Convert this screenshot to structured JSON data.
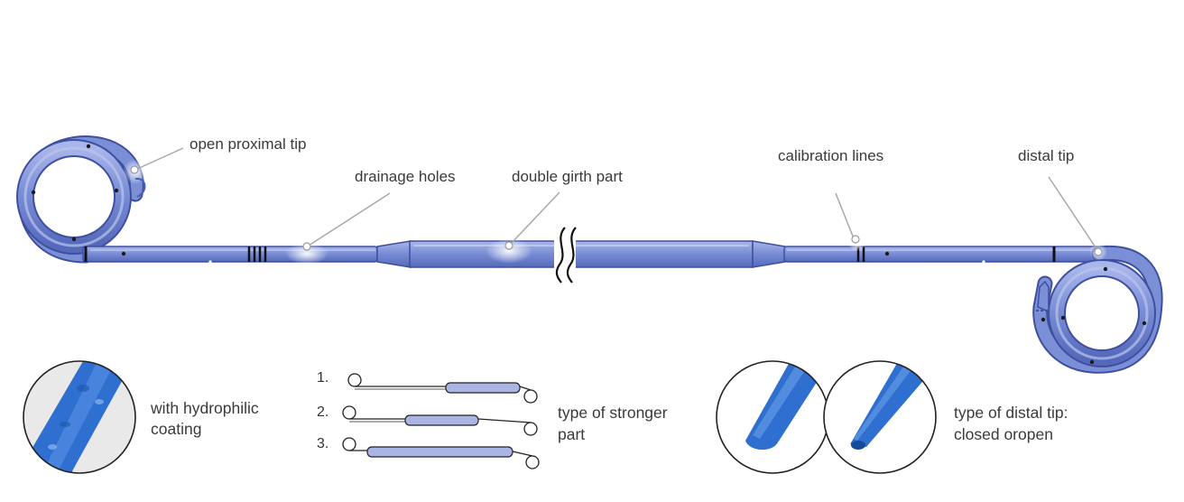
{
  "callouts": {
    "open_proximal_tip": "open proximal tip",
    "drainage_holes": "drainage holes",
    "double_girth_part": "double girth part",
    "calibration_lines": "calibration lines",
    "distal_tip": "distal tip"
  },
  "hydrophilic": {
    "line1": "with hydrophilic",
    "line2": "coating"
  },
  "stronger_part": {
    "variants": [
      "1.",
      "2.",
      "3."
    ],
    "caption_line1": "type of stronger",
    "caption_line2": "part"
  },
  "distal_tip_types": {
    "line1": "type of distal tip:",
    "line2": "closed oropen"
  },
  "colors": {
    "tube": "#7b8fd6",
    "tube_dark": "#4a5fb0",
    "outline": "#3e4fa0",
    "leader": "#a8a8a8",
    "coating_blue": "#2f6fd0"
  }
}
